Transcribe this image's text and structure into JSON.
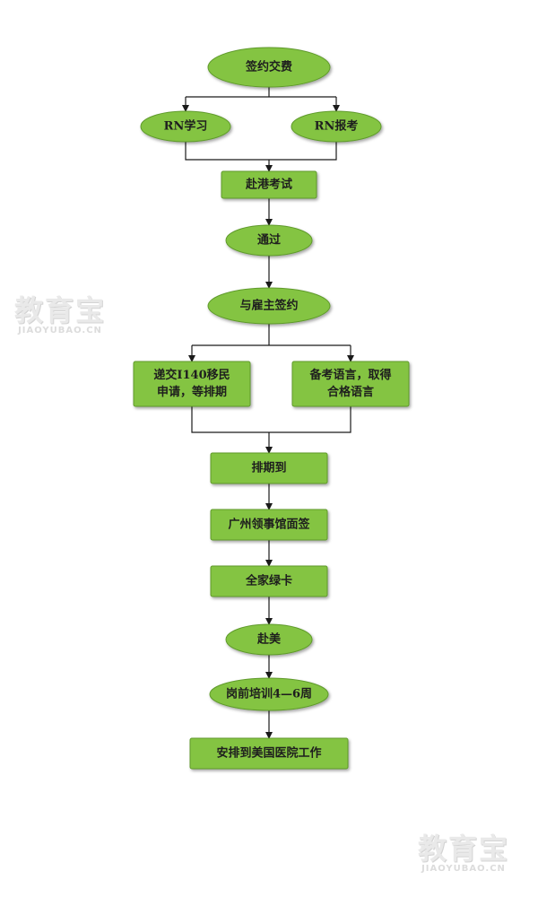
{
  "colors": {
    "node_fill": "#84c443",
    "node_border": "#5e9a2a",
    "connector": "#1a1a1a",
    "text": "#1e1e1e"
  },
  "nodes": [
    {
      "id": "n1",
      "shape": "ellipse",
      "lines": [
        "签约交费"
      ]
    },
    {
      "id": "n2a",
      "shape": "ellipse",
      "lines": [
        "RN学习"
      ]
    },
    {
      "id": "n2b",
      "shape": "ellipse",
      "lines": [
        "RN报考"
      ]
    },
    {
      "id": "n3",
      "shape": "box",
      "lines": [
        "赴港考试"
      ]
    },
    {
      "id": "n4",
      "shape": "ellipse",
      "lines": [
        "通过"
      ]
    },
    {
      "id": "n5",
      "shape": "ellipse",
      "lines": [
        "与雇主签约"
      ]
    },
    {
      "id": "n6a",
      "shape": "box",
      "lines": [
        "递交I140移民",
        "申请，等排期"
      ]
    },
    {
      "id": "n6b",
      "shape": "box",
      "lines": [
        "备考语言，取得",
        "合格语言"
      ]
    },
    {
      "id": "n7",
      "shape": "box",
      "lines": [
        "排期到"
      ]
    },
    {
      "id": "n8",
      "shape": "box",
      "lines": [
        "广州领事馆面签"
      ]
    },
    {
      "id": "n9",
      "shape": "box",
      "lines": [
        "全家绿卡"
      ]
    },
    {
      "id": "n10",
      "shape": "ellipse",
      "lines": [
        "赴美"
      ]
    },
    {
      "id": "n11",
      "shape": "ellipse",
      "lines": [
        "岗前培训4—6周"
      ]
    },
    {
      "id": "n12",
      "shape": "box",
      "lines": [
        "安排到美国医院工作"
      ]
    }
  ],
  "watermark": {
    "brand": "教育宝",
    "domain": "JIAOYUBAO.CN"
  }
}
